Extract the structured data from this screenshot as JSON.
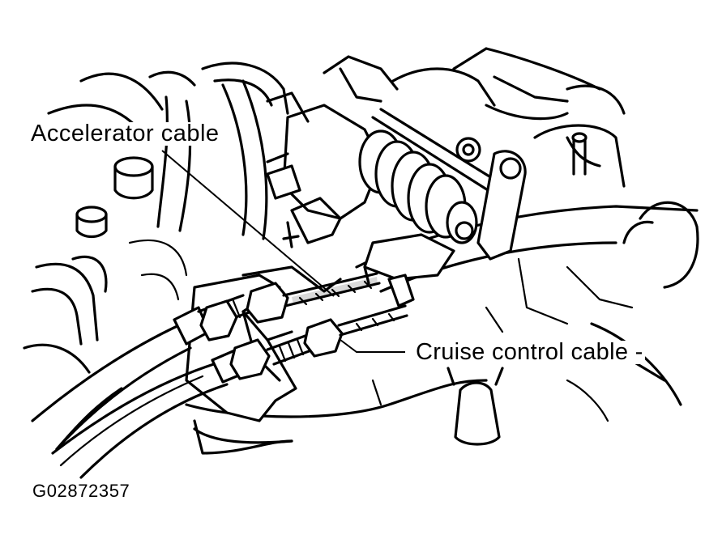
{
  "labels": {
    "accelerator_cable": "Accelerator cable",
    "cruise_control_cable": "Cruise control cable -",
    "figure_code": "G02872357"
  },
  "colors": {
    "ink": "#000000",
    "background": "#ffffff"
  }
}
